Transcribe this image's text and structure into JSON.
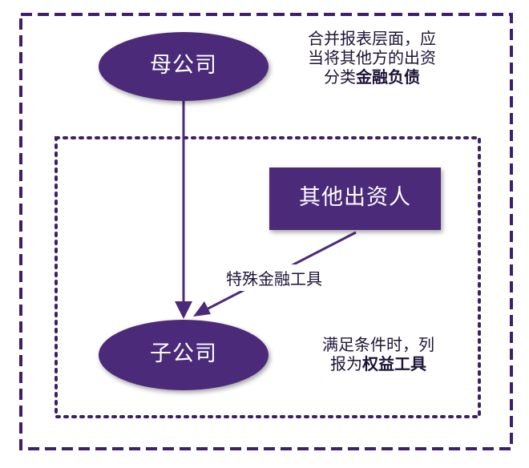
{
  "diagram": {
    "nodes": {
      "parent": {
        "label": "母公司"
      },
      "subsidiary": {
        "label": "子公司"
      },
      "other_investor": {
        "label": "其他出资人"
      }
    },
    "edge_label": "特殊金融工具",
    "note_top": {
      "line1": "合并报表层面，应",
      "line2": "当将其他方的出资",
      "line3_plain": "分类",
      "line3_bold": "金融负债"
    },
    "note_bottom": {
      "line1": "满足条件时，列",
      "line2_plain": "报为",
      "line2_bold": "权益工具"
    },
    "colors": {
      "node_fill": "#4b2a7a",
      "border": "#3d1f6b",
      "arrow": "#4b2a7a"
    }
  }
}
